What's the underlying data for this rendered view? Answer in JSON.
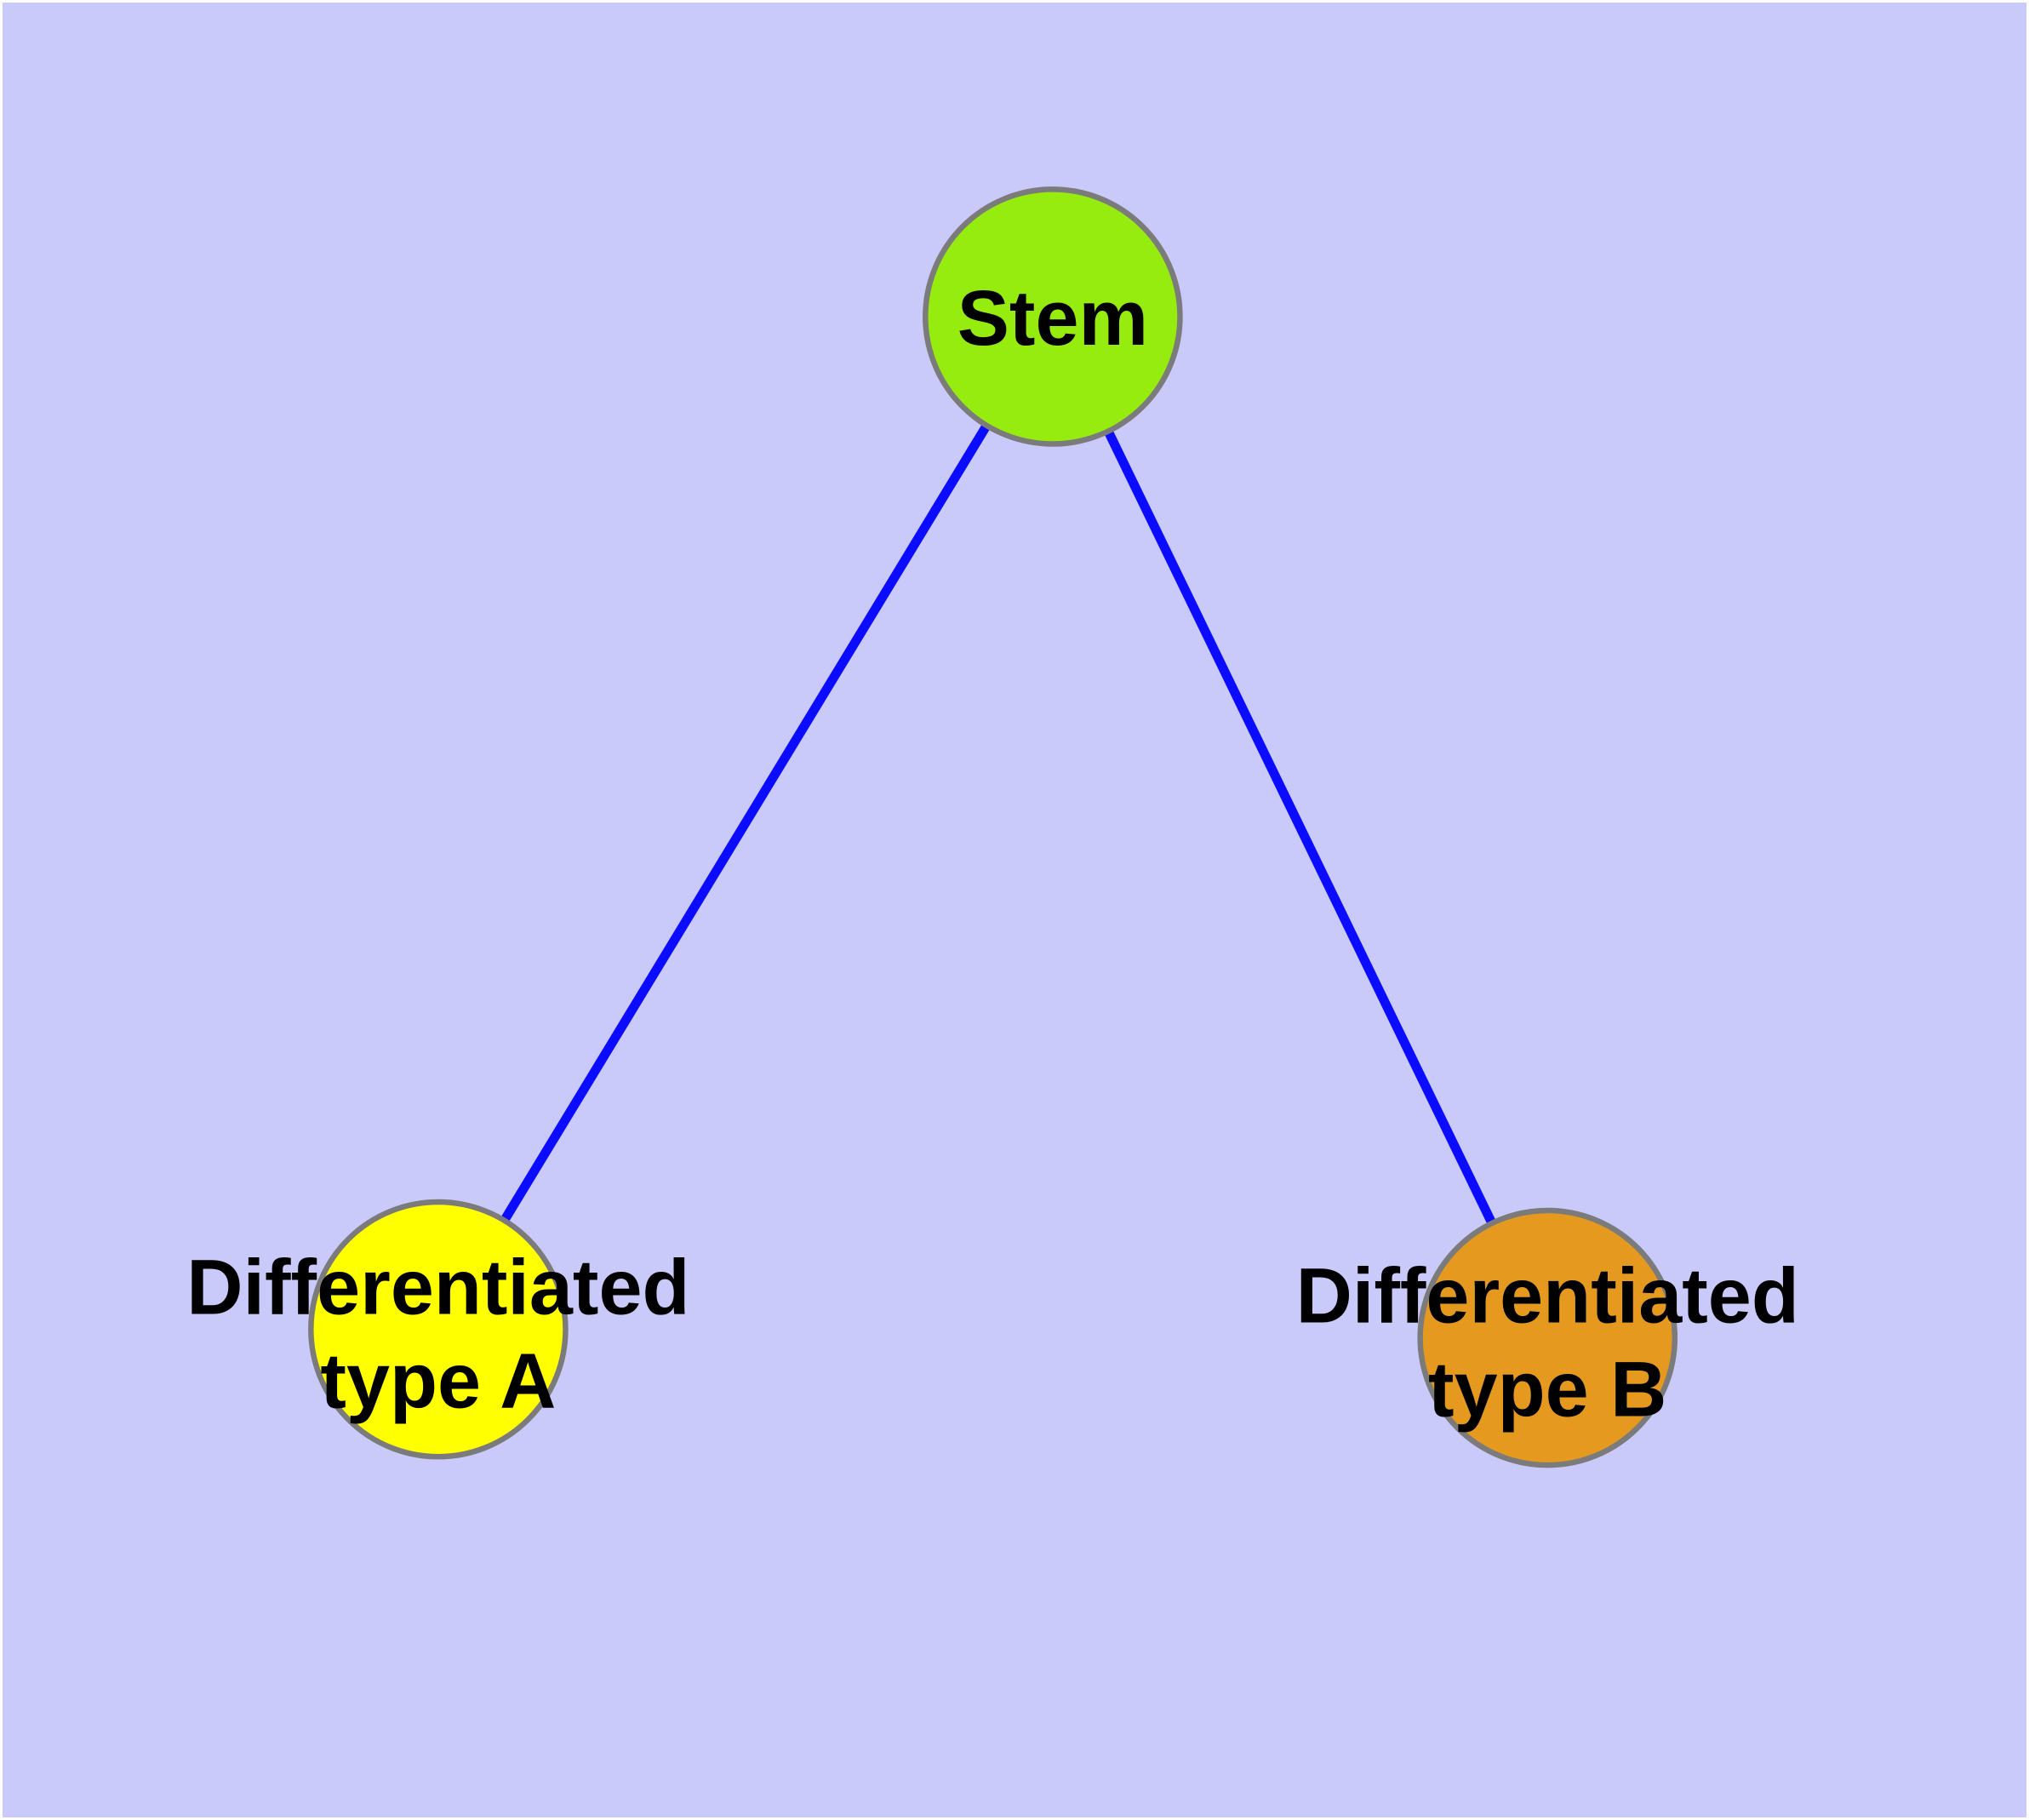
{
  "background_color": "#CACAFA",
  "frame_color": "#FFFFFF",
  "diagram": {
    "type": "node-link-graph",
    "style": {
      "edge_color": "#0B0BFF",
      "node_border_color": "#7B7B7B",
      "label_color": "#000000"
    },
    "nodes": [
      {
        "id": "stem",
        "label": "Stem",
        "fill": "#96EB0F"
      },
      {
        "id": "differentiated-type-a",
        "label_line1": "Differentiated",
        "label_line2": "type A",
        "fill": "#FFFF00"
      },
      {
        "id": "differentiated-type-b",
        "label_line1": "Differentiated",
        "label_line2": "type B",
        "fill": "#E59A1F"
      }
    ],
    "edges": [
      {
        "from": "stem",
        "to": "differentiated-type-a"
      },
      {
        "from": "stem",
        "to": "differentiated-type-b"
      }
    ]
  }
}
